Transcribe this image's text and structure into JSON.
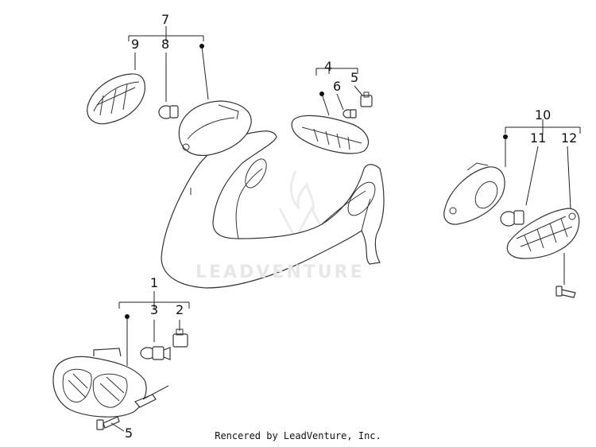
{
  "callouts": {
    "c1": "1",
    "c2": "2",
    "c3": "3",
    "c4": "4",
    "c5a": "5",
    "c5b": "5",
    "c6": "6",
    "c7": "7",
    "c8": "8",
    "c9": "9",
    "c10": "10",
    "c11": "11",
    "c12": "12"
  },
  "watermark_text": "LEADVENTURE",
  "footer_text": "Rencered by LeadVenture, Inc."
}
